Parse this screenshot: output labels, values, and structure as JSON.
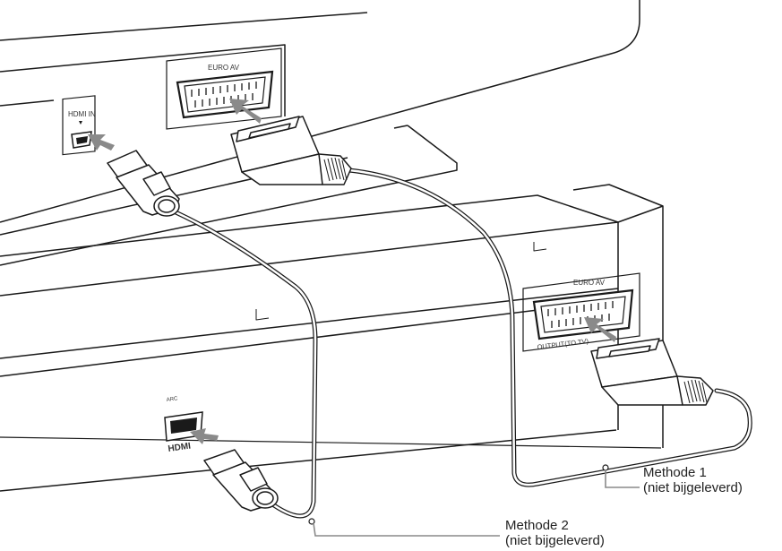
{
  "tv_panel": {
    "hdmi_label": "HDMI IN",
    "euro_av_label": "EURO AV"
  },
  "device_panel": {
    "euro_av_label": "EURO AV",
    "output_label": "OUTPUT(TO TV)",
    "arc_label": "ARC",
    "hdmi_logo": "HDMI"
  },
  "callouts": {
    "method1": {
      "title": "Methode 1",
      "note": "(niet bijgeleverd)"
    },
    "method2": {
      "title": "Methode 2",
      "note": "(niet bijgeleverd)"
    }
  },
  "colors": {
    "outline": "#1a1a1a",
    "arrow": "#8a8a8a",
    "cable_fill": "#ffffff",
    "leader": "#8a8a8a"
  }
}
